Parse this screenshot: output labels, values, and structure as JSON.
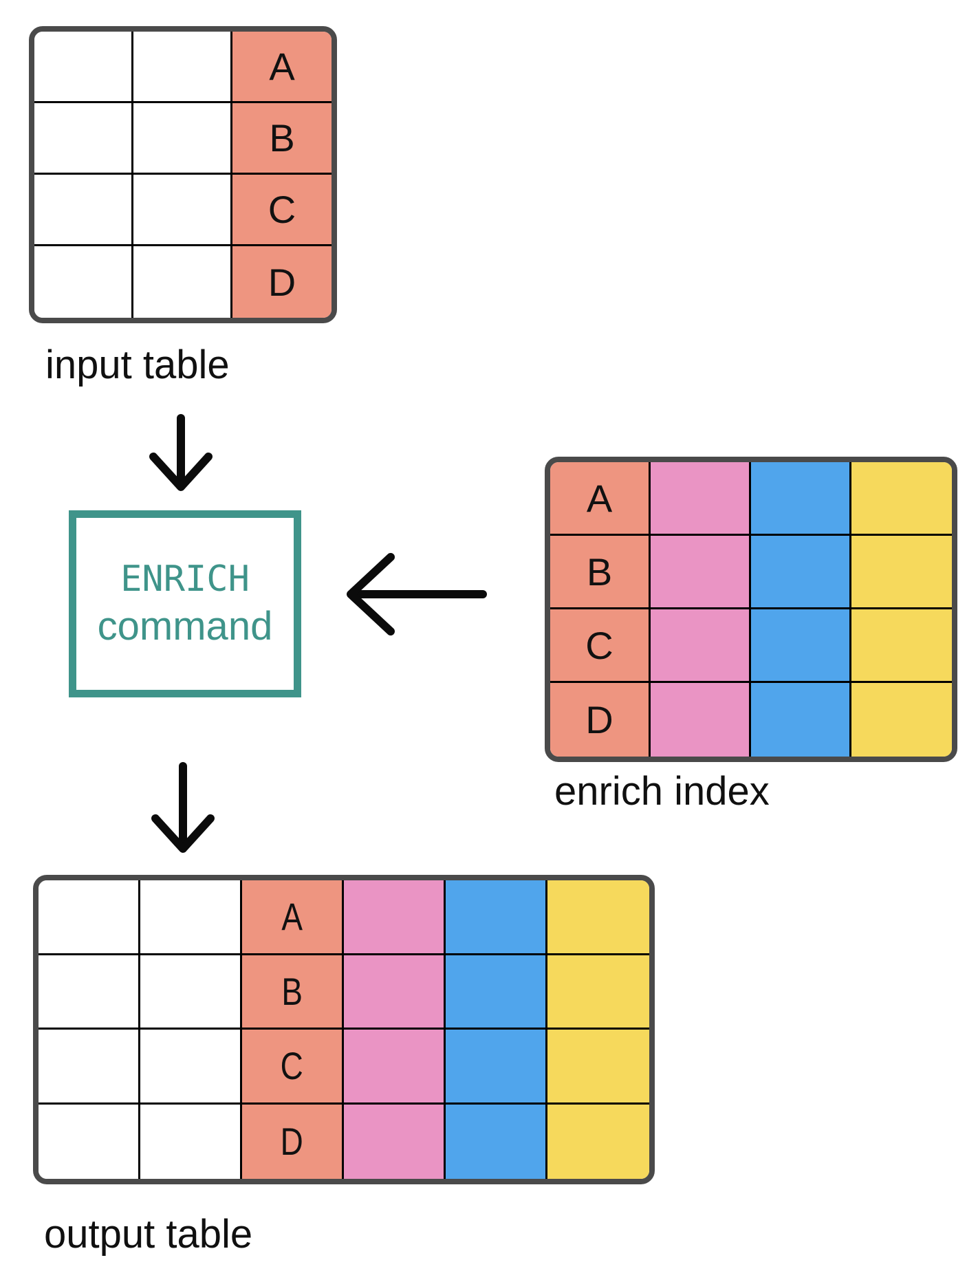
{
  "labels": {
    "input_table": "input table",
    "enrich_index": "enrich index",
    "output_table": "output table"
  },
  "enrich_box": {
    "line1": "ENRICH",
    "line2": "command"
  },
  "colors": {
    "blank": "#ffffff",
    "key": "#ee9580",
    "pink": "#ea94c4",
    "blue": "#50a5ec",
    "yellow": "#f6d95c",
    "teal": "#3f948a",
    "frame": "#4a4a4a",
    "text": "#111111"
  },
  "tables": {
    "input": {
      "rows": [
        "A",
        "B",
        "C",
        "D"
      ],
      "columns": [
        "blank",
        "blank",
        "key"
      ]
    },
    "enrich_index": {
      "rows": [
        "A",
        "B",
        "C",
        "D"
      ],
      "columns": [
        "key",
        "pink",
        "blue",
        "yellow"
      ]
    },
    "output": {
      "rows": [
        "A",
        "B",
        "C",
        "D"
      ],
      "columns": [
        "blank",
        "blank",
        "key",
        "pink",
        "blue",
        "yellow"
      ]
    }
  },
  "icons": {
    "arrow_down_1": "down-arrow",
    "arrow_left": "left-arrow",
    "arrow_down_2": "down-arrow"
  }
}
